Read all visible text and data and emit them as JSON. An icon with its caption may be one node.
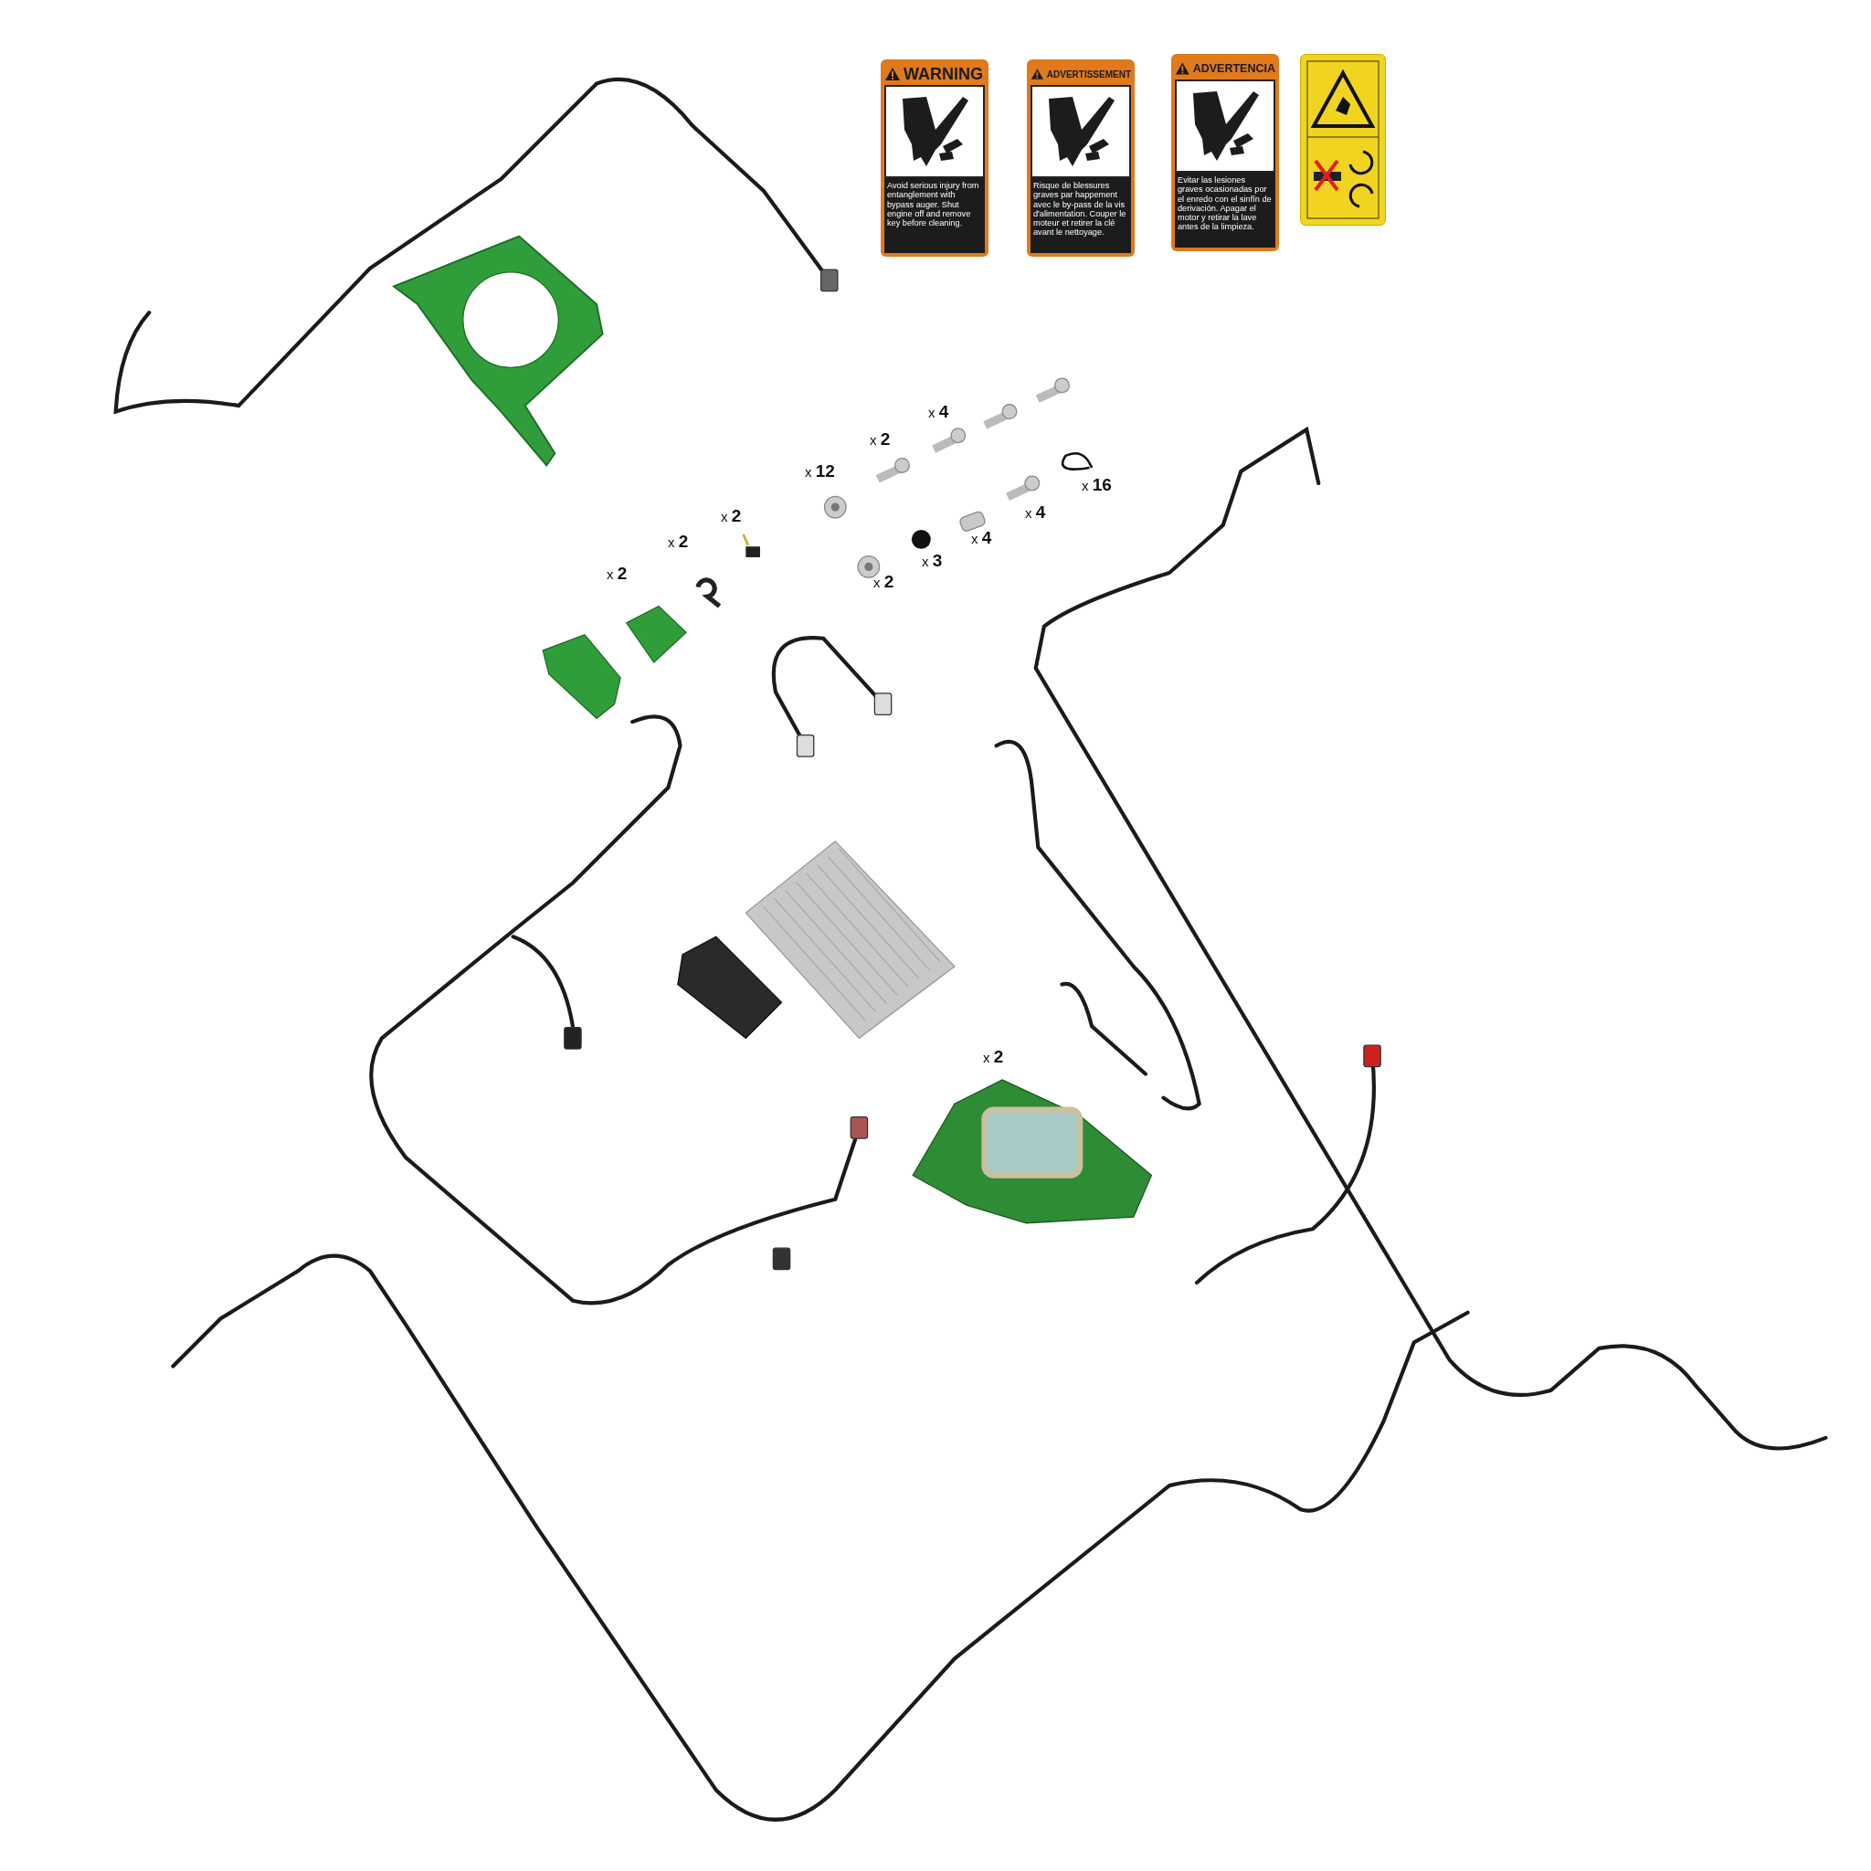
{
  "diagram": {
    "nodes": [
      {
        "text": [
          "WARNING",
          "Avoid serious injury from entanglement with bypass auger. Shut engine off and remove key before cleaning."
        ]
      },
      {
        "text": [
          "ADVERTISSEMENT",
          "Risque de blessures graves par happement avec le by-pass de la vis d'alimentation. Couper le moteur et retirer la clé avant le nettoyage."
        ]
      },
      {
        "text": [
          "ADVERTENCIA",
          "Evitar las lesiones graves ocasionadas por el enredo con el sinfín de derivación.  Apagar el motor y retirar la lave antes de la limpieza."
        ]
      },
      {
        "text": [],
        "shape": "box"
      }
    ],
    "labels": [
      "x **4**",
      "x **2**",
      "x **12**",
      "x **16**",
      "x **4**",
      "x **2**",
      "x **4**",
      "x **3**",
      "x **2**",
      "x **2**",
      "x **2**",
      "x **2**"
    ]
  }
}
